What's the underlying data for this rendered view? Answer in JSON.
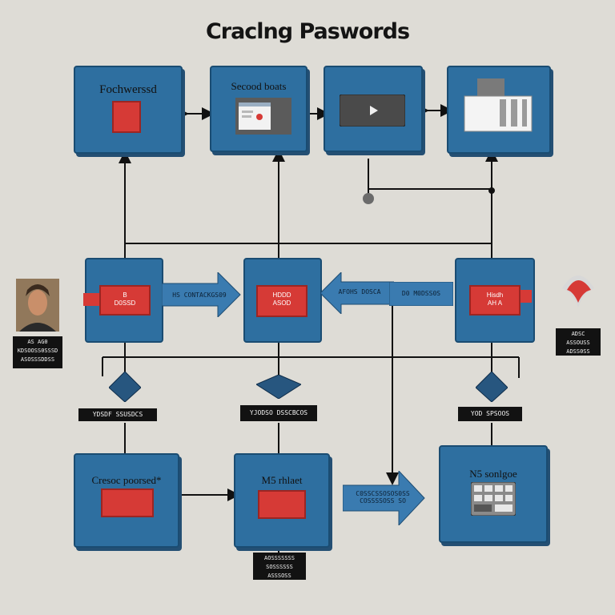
{
  "title": "Craclng Paswords",
  "top_row": [
    {
      "label": "Fochwerssd"
    },
    {
      "label": "Secood boats"
    },
    {
      "label": ""
    },
    {
      "label": ""
    }
  ],
  "middle_row": [
    {
      "inner": "B\nD0SSD"
    },
    {
      "inner": "HDDD\nASOD"
    },
    {
      "inner": "Hisdh\nAH A"
    }
  ],
  "arrow_labels": {
    "a1": "HS CONTACKGS09",
    "a2": "AFOHS DOSCA",
    "a3": "D0 M0DSS0S",
    "a4": "C0SSCSSOSOS0SS COSSSSOSS SO"
  },
  "decision_tags": [
    "YDSDF SSUSDCS",
    "YJODSO DSSCBCOS",
    "YOD SPSOOS"
  ],
  "bottom_row": [
    {
      "label": "Cresoc poorsed*"
    },
    {
      "label": "M5 rhlaet"
    },
    {
      "label": "N5 sonlgoe"
    }
  ],
  "side_tags": {
    "left": "AS AG0\nKDSOOSS0SSSD\nASOSSSDDSS",
    "right": "ADSC\nASSOUSS\nADSS0SS",
    "bottom": "AOSSSSSSS\nSOSSSSSS\nASSSOSS"
  },
  "colors": {
    "box": "#2e6fa0",
    "red": "#d63a36",
    "background": "#dedcd6"
  }
}
